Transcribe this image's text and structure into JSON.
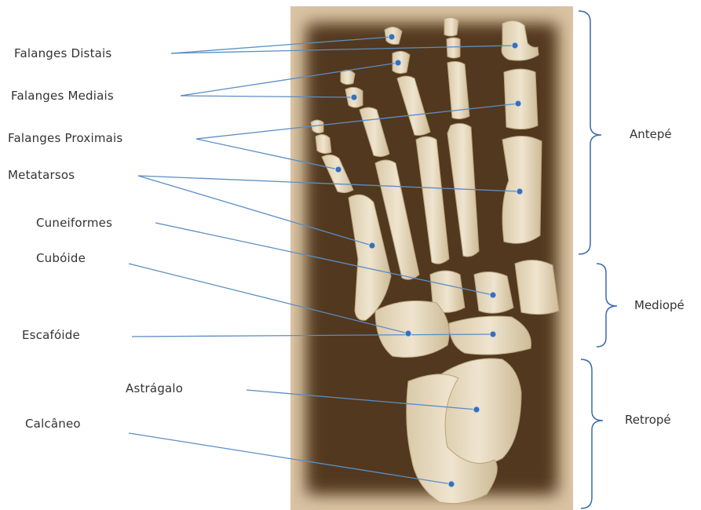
{
  "labels": {
    "falanges_distais": "Falanges Distais",
    "falanges_mediais": "Falanges Mediais",
    "falanges_proximais": "Falanges Proximais",
    "metatarsos": "Metatarsos",
    "cuneiformes": "Cuneiformes",
    "cuboide": "Cubóide",
    "escafoide": "Escafóide",
    "astragalo": "Astrágalo",
    "calcaneo": "Calcâneo"
  },
  "regions": {
    "antepe": "Antepé",
    "mediope": "Mediopé",
    "retrope": "Retropé"
  },
  "colors": {
    "leader_line": "#5b8dc4",
    "pin": "#3a6fb6",
    "bone": "#e9dcc4",
    "bone_shadow": "#c9b894",
    "background_dark": "#5a3d22",
    "background_edge": "#d8c0a0",
    "bracket": "#3a6aa8"
  }
}
